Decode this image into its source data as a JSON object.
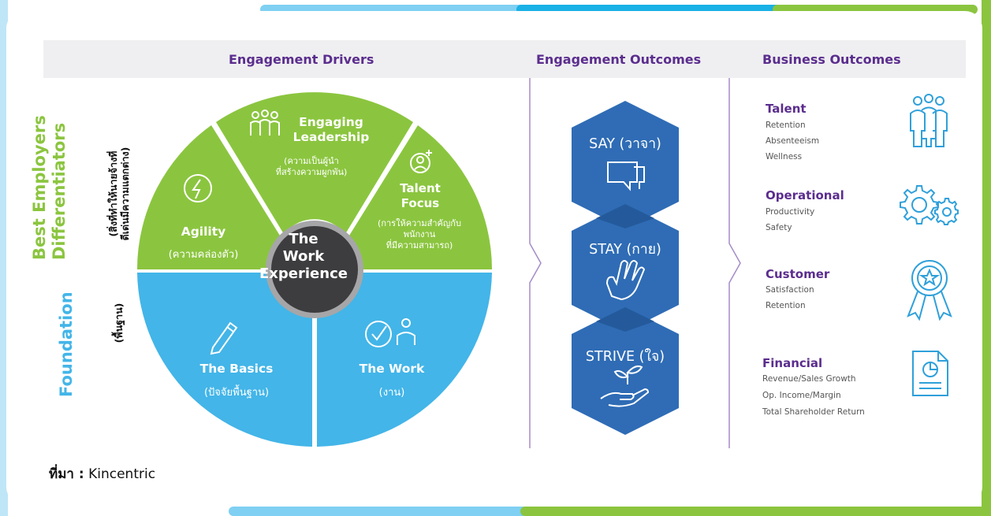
{
  "headers": {
    "drivers": "Engagement Drivers",
    "engagement_outcomes": "Engagement Outcomes",
    "business_outcomes": "Business Outcomes"
  },
  "side_labels": {
    "differentiators_line1": "Best Employers",
    "differentiators_line2": "Differentiators",
    "differentiators_th_line1": "(สิ่งที่ทำให้นายจ้างที่",
    "differentiators_th_line2": "ดีเด่นมีความแตกต่าง)",
    "foundation": "Foundation",
    "foundation_th": "(พื้นฐาน)"
  },
  "wheel": {
    "center_line1": "The",
    "center_line2": "Work",
    "center_line3": "Experience",
    "segments": {
      "leadership_title1": "Engaging",
      "leadership_title2": "Leadership",
      "leadership_th1": "(ความเป็นผู้นำ",
      "leadership_th2": "ที่สร้างความผูกพัน)",
      "talent_title1": "Talent",
      "talent_title2": "Focus",
      "talent_th1": "(การให้ความสำคัญกับ",
      "talent_th2": "พนักงาน",
      "talent_th3": "ที่มีความสามารถ)",
      "agility_title": "Agility",
      "agility_th": "(ความคล่องตัว)",
      "basics_title": "The Basics",
      "basics_th": "(ปัจจัยพื้นฐาน)",
      "work_title": "The Work",
      "work_th": "(งาน)"
    },
    "colors": {
      "green": "#8bc53f",
      "blue": "#43b5e8",
      "center": "#3d3d3f",
      "ring": "#a6a6a8"
    }
  },
  "engagement_outcomes": [
    {
      "label": "SAY (วาจา)",
      "icon": "speech-bubble-icon"
    },
    {
      "label": "STAY (กาย)",
      "icon": "hand-icon"
    },
    {
      "label": "STRIVE (ใจ)",
      "icon": "hand-plant-icon"
    }
  ],
  "business_outcomes": [
    {
      "title": "Talent",
      "items": [
        "Retention",
        "Absenteeism",
        "Wellness"
      ],
      "icon": "people-icon"
    },
    {
      "title": "Operational",
      "items": [
        "Productivity",
        "Safety"
      ],
      "icon": "gears-icon"
    },
    {
      "title": "Customer",
      "items": [
        "Satisfaction",
        "Retention"
      ],
      "icon": "award-ribbon-icon"
    },
    {
      "title": "Financial",
      "items": [
        "Revenue/Sales Growth",
        "Op. Income/Margin",
        "Total Shareholder Return"
      ],
      "icon": "report-chart-icon"
    }
  ],
  "source": {
    "label": "ที่มา :",
    "value": "Kincentric"
  },
  "colors": {
    "purple": "#5b2d8e",
    "hex_blue": "#2f6cb5",
    "icon_blue": "#2fa0da"
  }
}
